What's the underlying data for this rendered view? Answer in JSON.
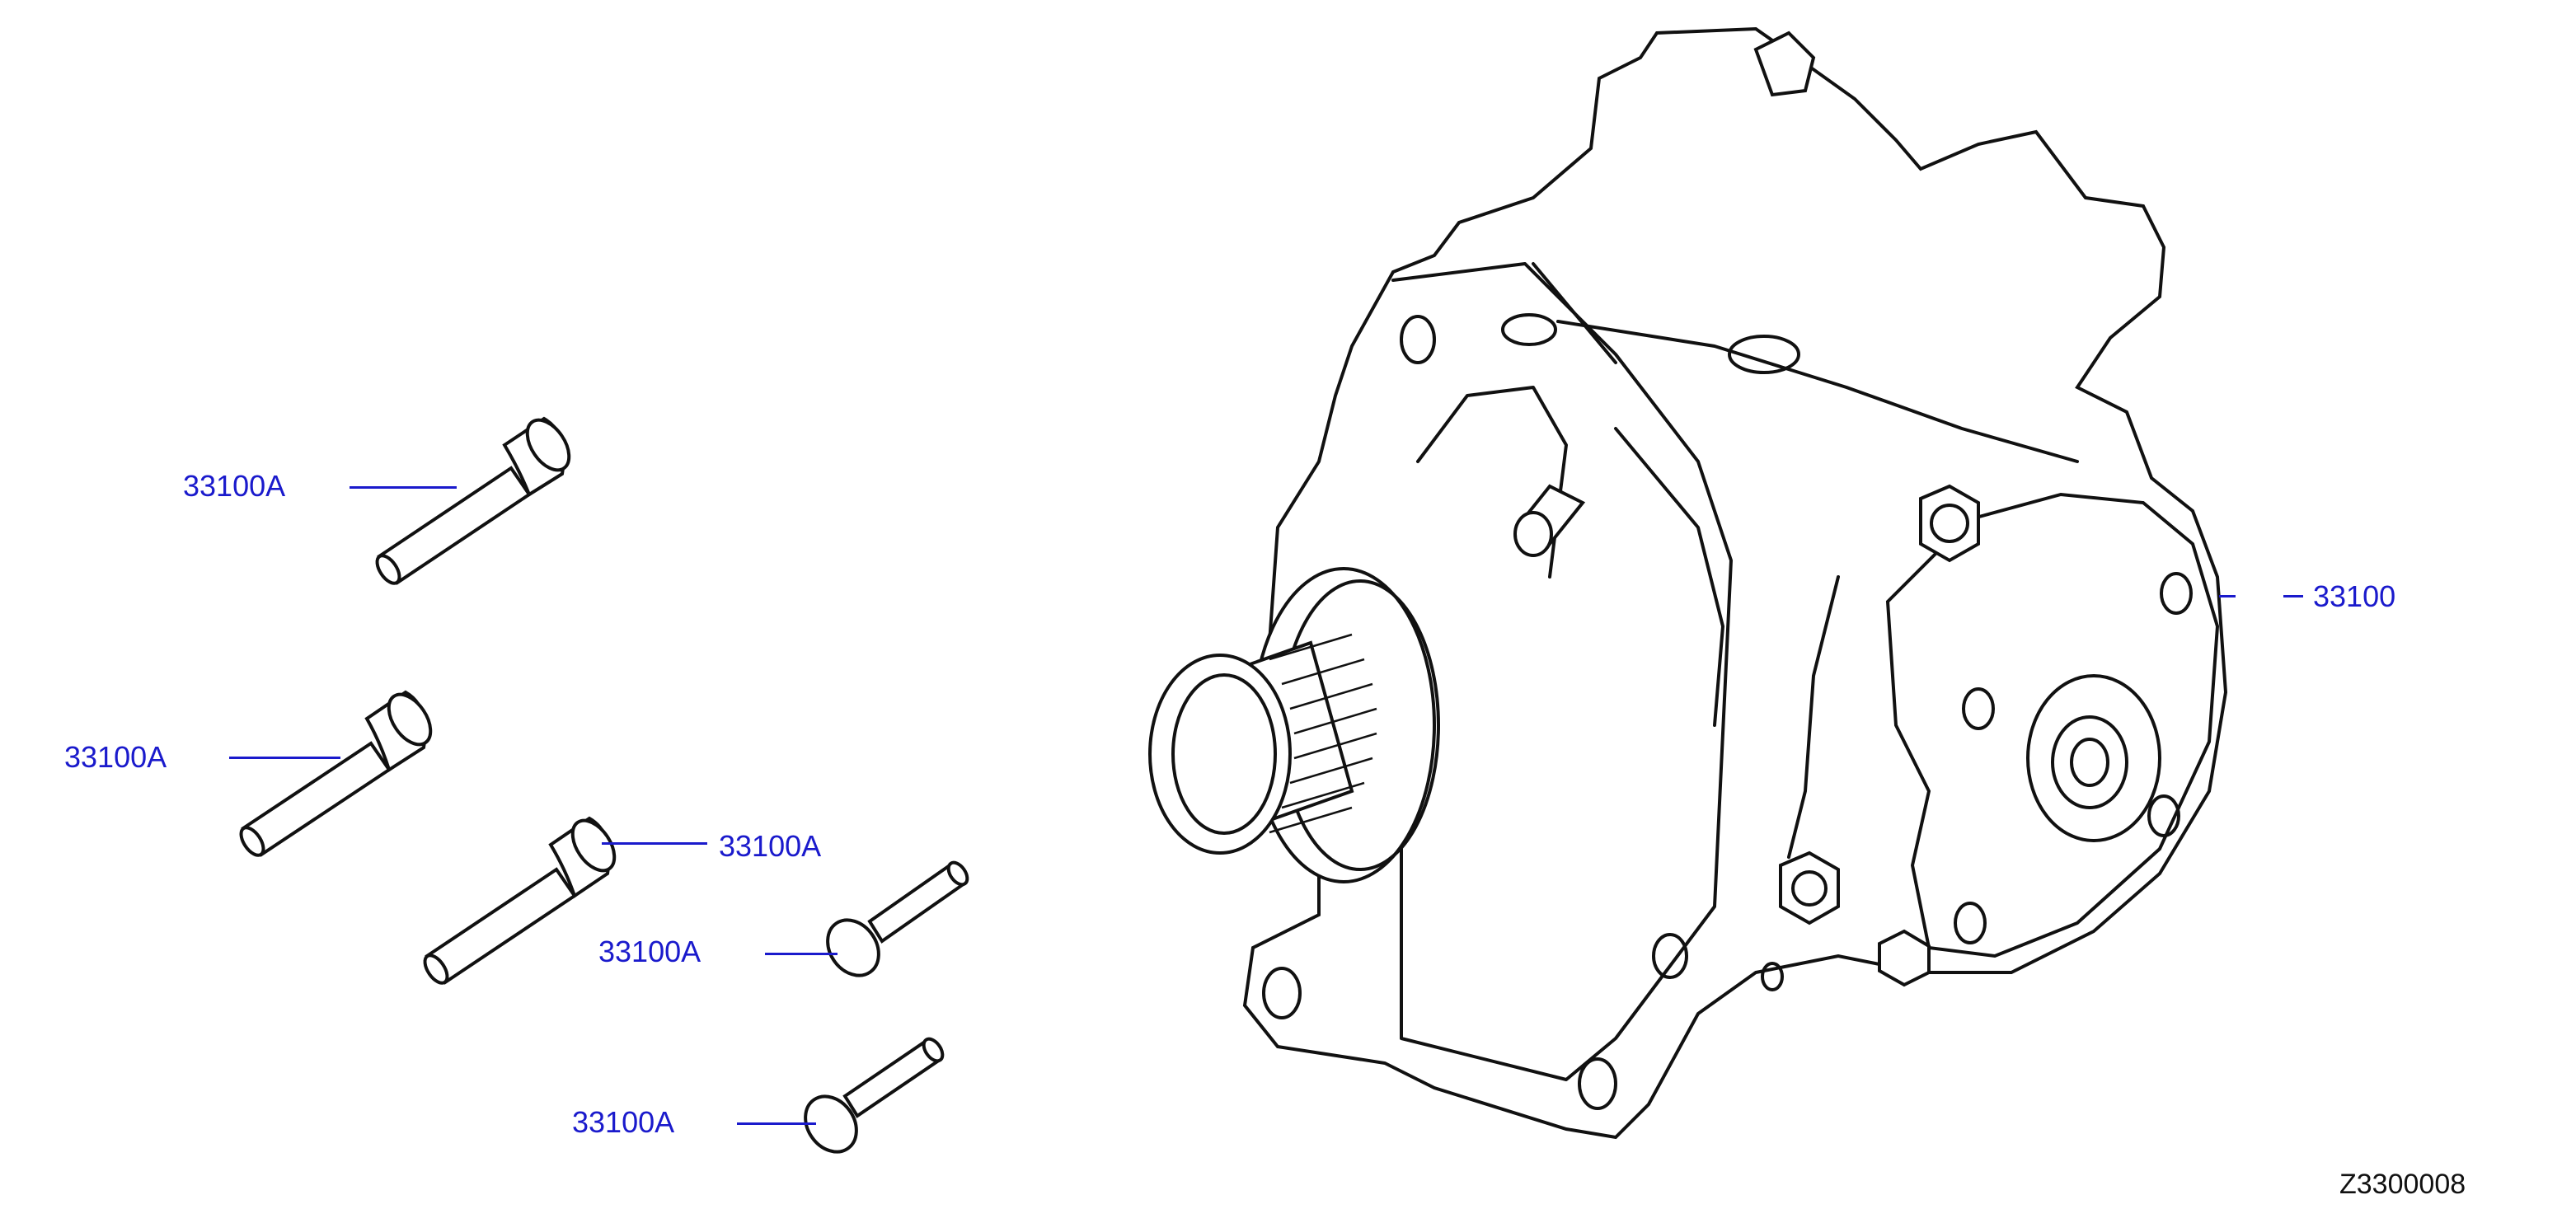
{
  "callouts": [
    {
      "id": "c1",
      "label": "33100A"
    },
    {
      "id": "c2",
      "label": "33100A"
    },
    {
      "id": "c3",
      "label": "33100A"
    },
    {
      "id": "c4",
      "label": "33100A"
    },
    {
      "id": "c5",
      "label": "33100A"
    },
    {
      "id": "c6",
      "label": "33100"
    }
  ],
  "diagram_code": "Z3300008",
  "colors": {
    "callout": "#1a1acc",
    "ink": "#111111",
    "background": "#ffffff"
  }
}
